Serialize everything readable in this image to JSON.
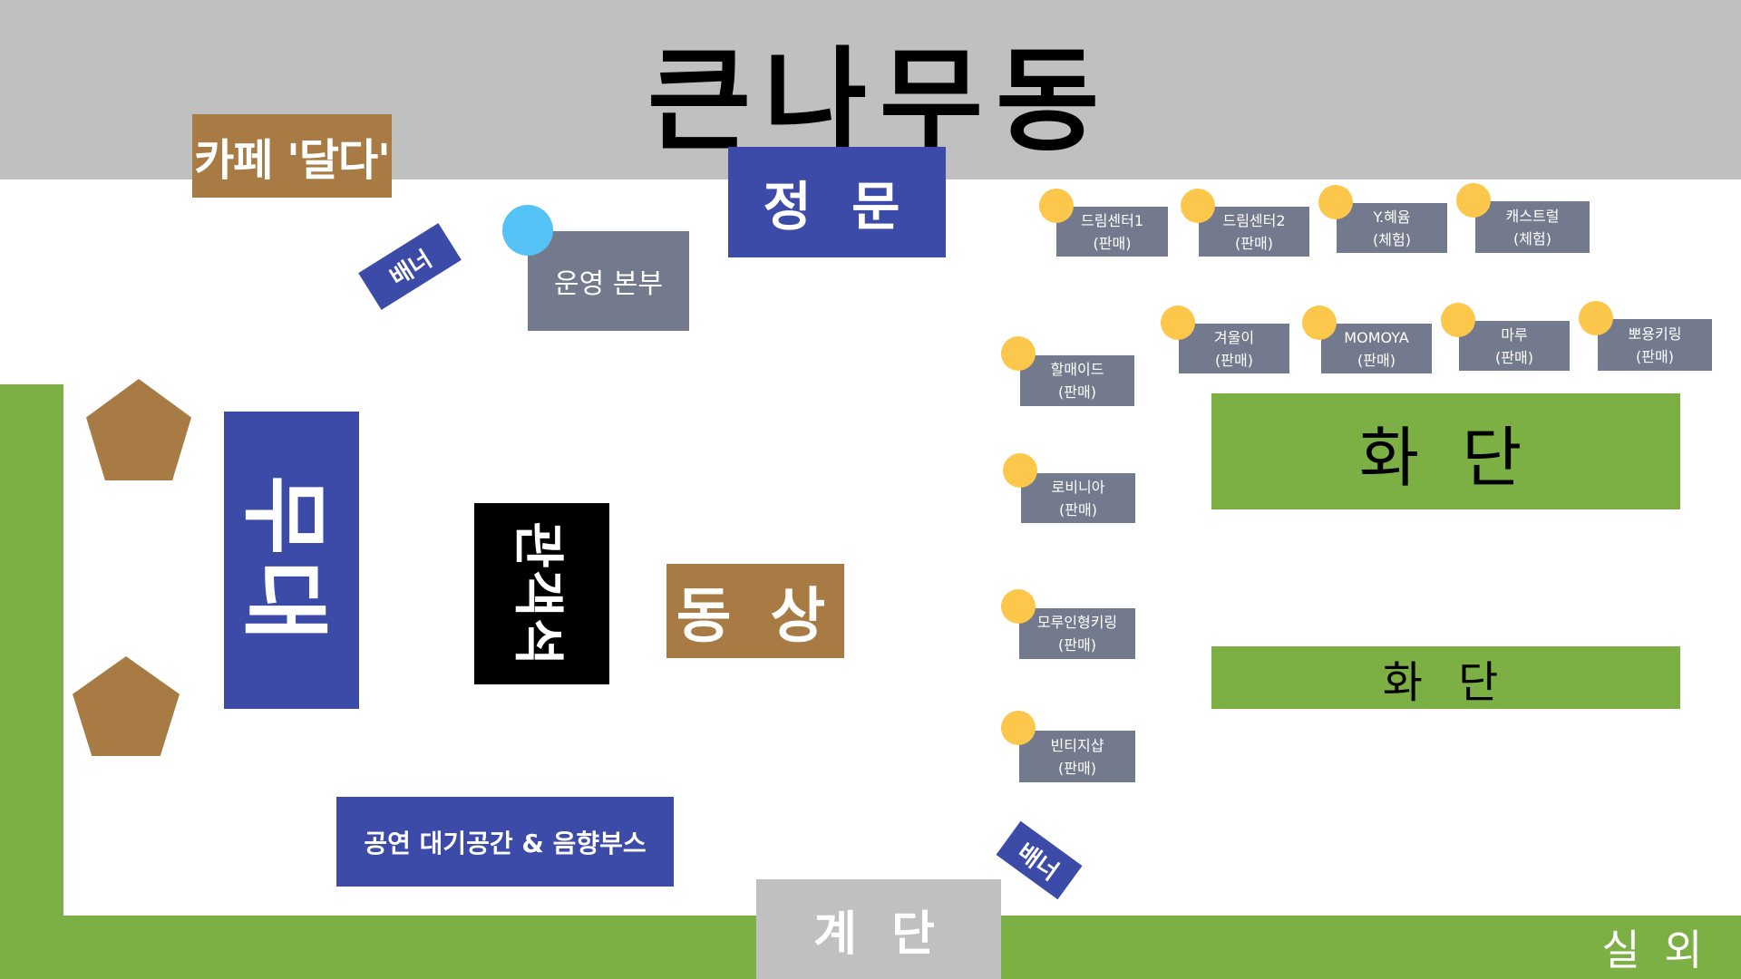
{
  "building": {
    "title": "큰나무동"
  },
  "outdoor": {
    "label": "실 외"
  },
  "stairs": {
    "label": "계 단"
  },
  "cafe": {
    "label": "카페 '달다'"
  },
  "main_gate": {
    "label": "정 문"
  },
  "banner": {
    "label": "배너"
  },
  "operation_hq": {
    "label": "운영 본부"
  },
  "stage": {
    "label": "무대"
  },
  "audience": {
    "label": "관객석"
  },
  "statue": {
    "label": "동 상"
  },
  "waiting_area": {
    "label": "공연 대기공간 & 음향부스"
  },
  "flowerbeds": [
    {
      "label": "화 단"
    },
    {
      "label": "화 단"
    }
  ],
  "booths": [
    {
      "name": "드림센터1",
      "type": "(판매)"
    },
    {
      "name": "드림센터2",
      "type": "(판매)"
    },
    {
      "name": "Y.혜윰",
      "type": "(체험)"
    },
    {
      "name": "캐스트럴",
      "type": "(체험)"
    },
    {
      "name": "겨울이",
      "type": "(판매)"
    },
    {
      "name": "MOMOYA",
      "type": "(판매)"
    },
    {
      "name": "마루",
      "type": "(판매)"
    },
    {
      "name": "뽀용키링",
      "type": "(판매)"
    },
    {
      "name": "할매이드",
      "type": "(판매)"
    },
    {
      "name": "로비니아",
      "type": "(판매)"
    },
    {
      "name": "모루인형키링",
      "type": "(판매)"
    },
    {
      "name": "빈티지샵",
      "type": "(판매)"
    }
  ],
  "colors": {
    "building": "#c0c0c0",
    "outdoor": "#7cb045",
    "blue_block": "#3c4aa8",
    "brown_block": "#a87b44",
    "booth": "#747a8e",
    "booth_marker": "#fcc74a",
    "hq_marker": "#55c3f5"
  }
}
